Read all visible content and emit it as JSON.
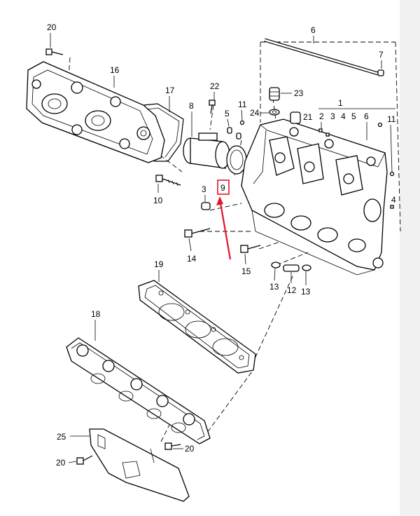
{
  "diagram": {
    "highlight_color": "#e0152b",
    "highlighted_label": "9",
    "part_labels": [
      "20",
      "16",
      "17",
      "8",
      "22",
      "5",
      "11",
      "1",
      "2",
      "3",
      "4",
      "5",
      "6",
      "11",
      "7",
      "6",
      "23",
      "24",
      "21",
      "9",
      "3",
      "10",
      "14",
      "15",
      "13",
      "12",
      "13",
      "4",
      "19",
      "18",
      "25",
      "20",
      "20"
    ]
  }
}
